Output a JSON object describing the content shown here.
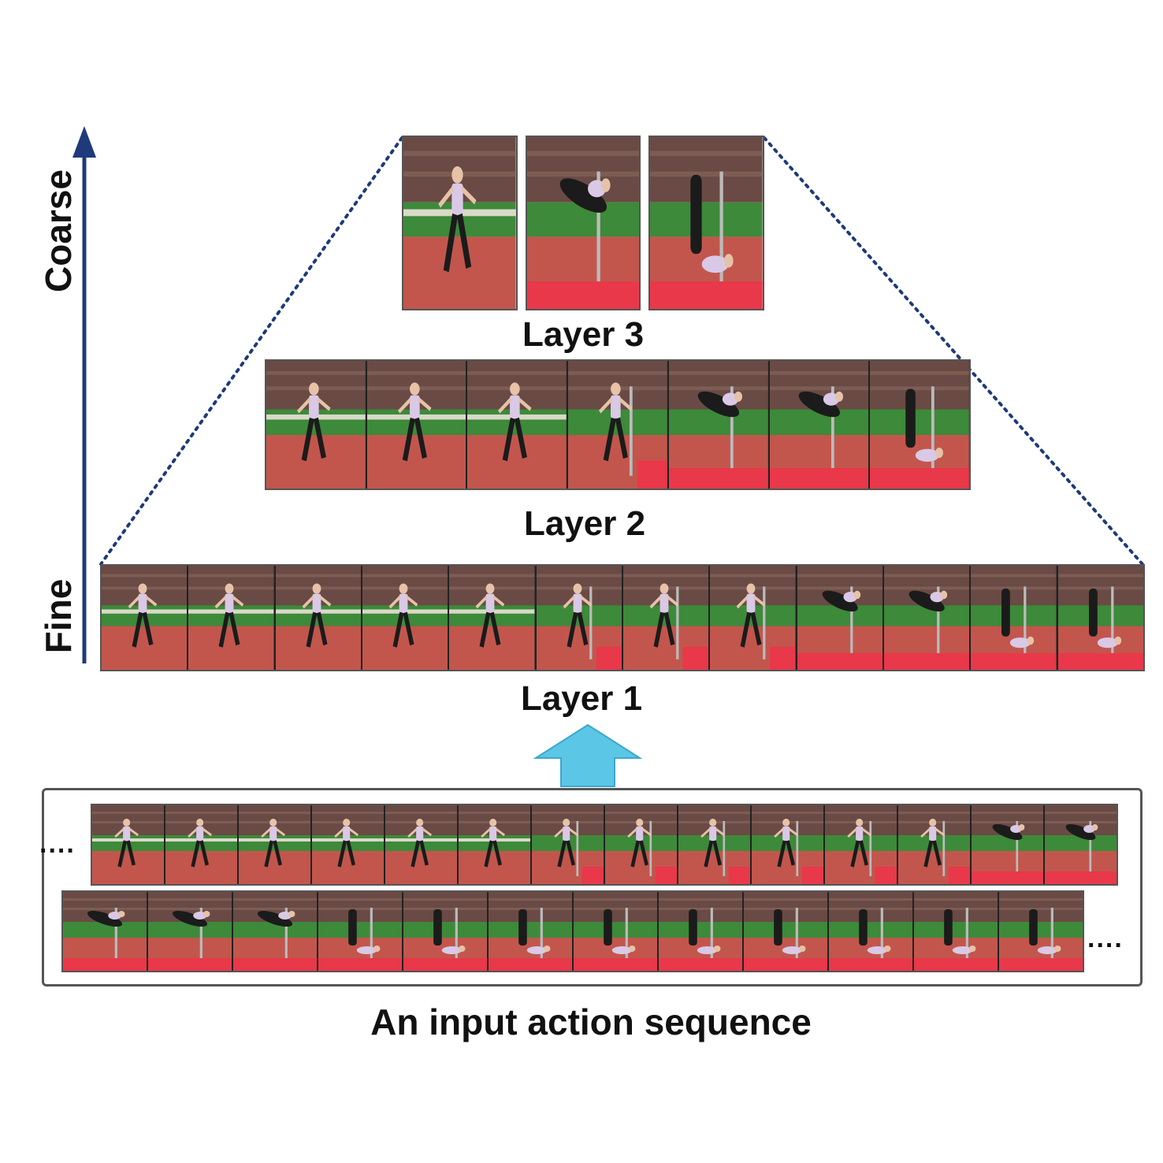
{
  "axis": {
    "top_label": "Coarse",
    "bottom_label": "Fine",
    "arrow_color": "#1f3a7a"
  },
  "layers": [
    {
      "label": "Layer 3",
      "frames": [
        "run",
        "jump",
        "land"
      ]
    },
    {
      "label": "Layer 2",
      "frames": [
        "run",
        "run",
        "run",
        "approach",
        "jump",
        "jump",
        "land"
      ]
    },
    {
      "label": "Layer 1",
      "frames": [
        "run",
        "run",
        "run",
        "run",
        "run",
        "approach",
        "approach",
        "approach",
        "jump",
        "jump",
        "land",
        "land"
      ]
    }
  ],
  "input_sequence": {
    "label": "An input action sequence",
    "ellipsis": "....",
    "row1_frames": [
      "run",
      "run",
      "run",
      "run",
      "run",
      "run",
      "approach",
      "approach",
      "approach",
      "approach",
      "approach",
      "approach",
      "jump",
      "jump"
    ],
    "row2_frames": [
      "jump",
      "jump",
      "jump",
      "land",
      "land",
      "land",
      "land",
      "land",
      "land",
      "land",
      "land",
      "land"
    ]
  },
  "colors": {
    "up_arrow": "#5cc6e6",
    "dotted_line": "#1f3a7a",
    "track": "#c2564d",
    "grass": "#3d8a3a",
    "building": "#6a4a44",
    "mat": "#e8384a"
  }
}
